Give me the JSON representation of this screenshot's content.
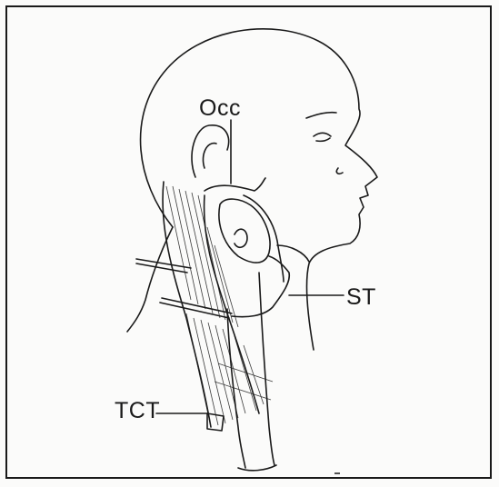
{
  "labels": {
    "occ": "Occ",
    "st": "ST",
    "tct": "TCT"
  },
  "colors": {
    "ink": "#1a1a1a",
    "paper": "#fbfbfa"
  }
}
